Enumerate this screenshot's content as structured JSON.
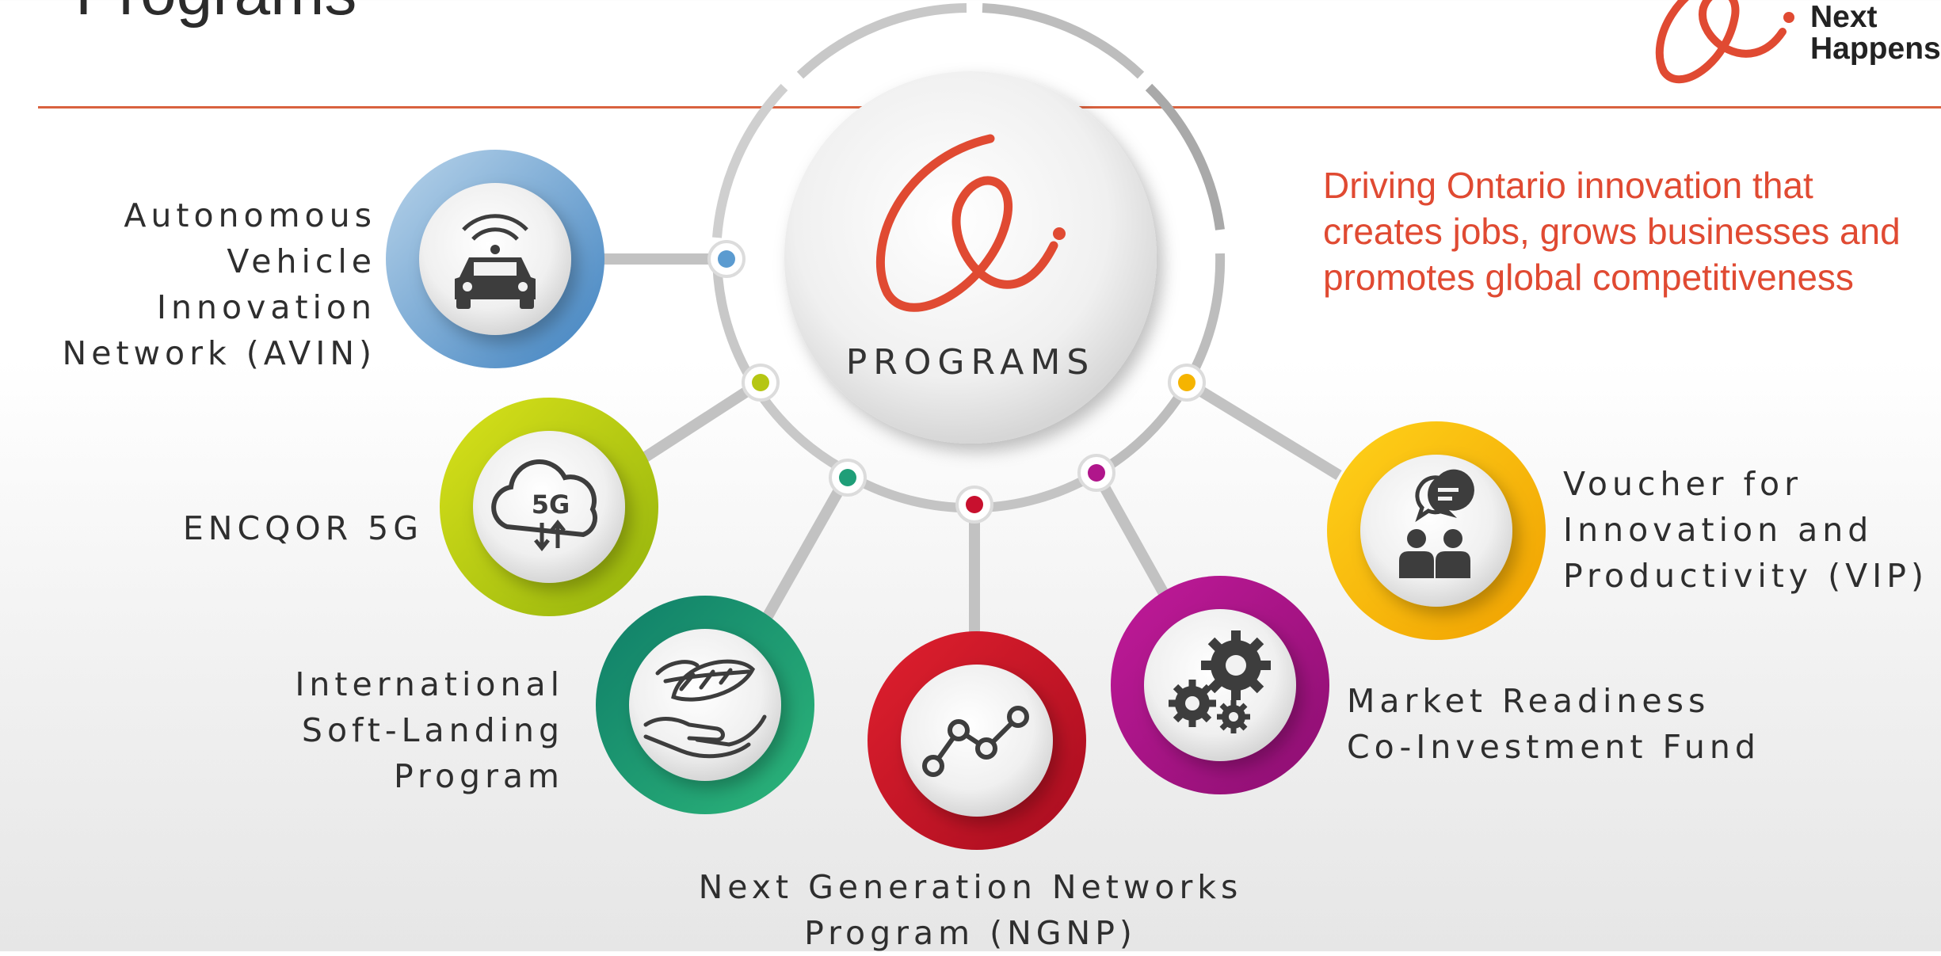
{
  "page": {
    "title": "Programs",
    "tagline": "Driving Ontario innovation that creates jobs, grows businesses and promotes global competitiveness"
  },
  "logo": {
    "line1": "Next",
    "line2": "Happens",
    "icon": "swirl-logo-icon",
    "color": "#e04a32"
  },
  "hub": {
    "label": "PROGRAMS",
    "icon": "swirl-logo-icon"
  },
  "programs": [
    {
      "name": "Autonomous\nVehicle Innovation\nNetwork (AVIN)",
      "icon": "car-wifi-icon",
      "color": "#5b9bd0"
    },
    {
      "name": "ENCQOR 5G",
      "icon": "cloud-5g-icon",
      "color": "#b5c613"
    },
    {
      "name": "International\nSoft-Landing\nProgram",
      "icon": "hand-leaf-icon",
      "color": "#1f9e78"
    },
    {
      "name": "Next Generation Networks\nProgram (NGNP)",
      "icon": "line-graph-icon",
      "color": "#c8102e"
    },
    {
      "name": "Market Readiness\nCo-Investment Fund",
      "icon": "gears-icon",
      "color": "#b0168b"
    },
    {
      "name": "Voucher for\nInnovation and\nProductivity (VIP)",
      "icon": "people-chat-icon",
      "color": "#f5b400"
    }
  ]
}
